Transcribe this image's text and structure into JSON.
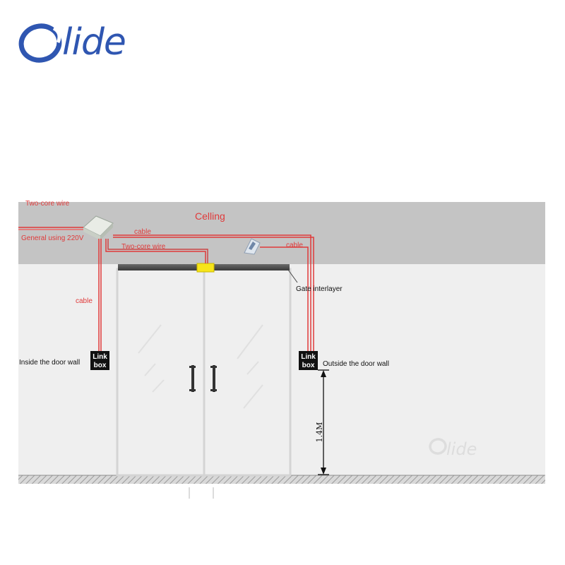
{
  "logo": {
    "text": "lide",
    "watermark_text": "lide"
  },
  "labels": {
    "ceiling": "Celling",
    "two_core_wire_left": "Two-core wire",
    "general_power": "General  using  220V",
    "cable_top": "cable",
    "two_core_wire_mid": "Two-core wire",
    "cable_right": "cable",
    "gate_interlayer": "Gate interlayer",
    "cable_left": "cable",
    "inside_wall": "Inside the door wall",
    "outside_wall": "Outside the door wall",
    "link_box_line1": "Link",
    "link_box_line2": "box",
    "height": "1.4M"
  },
  "colors": {
    "brand": "#2f56b1",
    "wire_red": "#e03a3a",
    "ceiling_gray": "#c2c2c2",
    "wall_gray": "#efefef",
    "operator_yellow": "#f7e51a"
  }
}
